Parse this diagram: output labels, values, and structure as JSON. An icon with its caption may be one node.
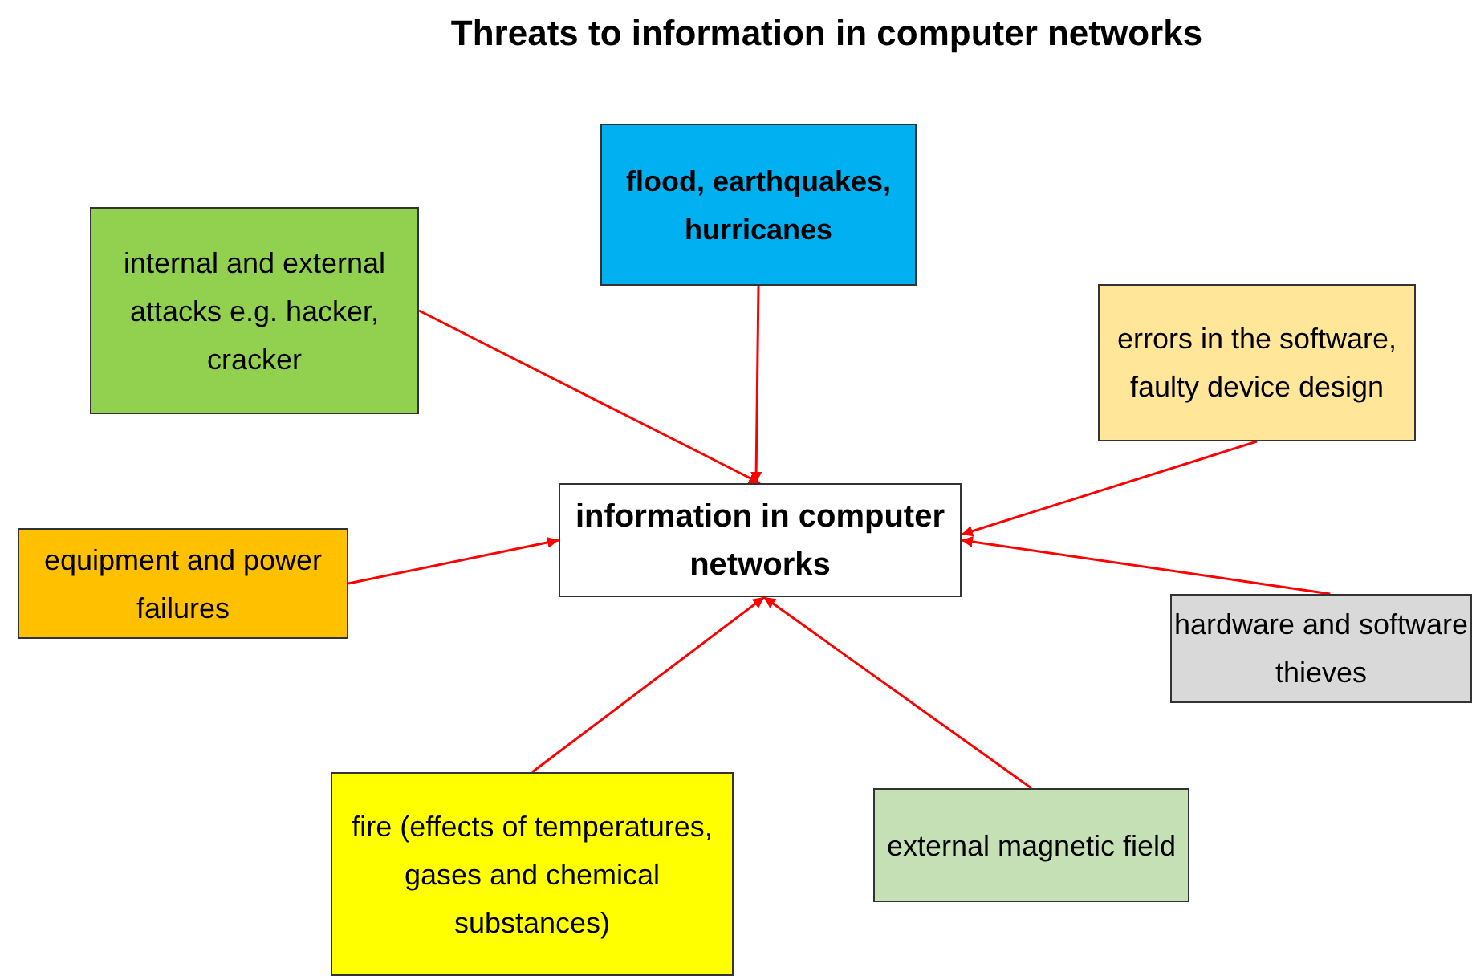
{
  "diagram": {
    "title": "Threats to information in computer networks",
    "nodes": [
      {
        "text": [
          "flood, earthquakes, hurricanes"
        ]
      },
      {
        "text": [
          "internal and external attacks e.g. hacker, cracker"
        ]
      },
      {
        "text": [
          "errors in the software, faulty device design"
        ]
      },
      {
        "text": [
          "information in computer networks"
        ]
      },
      {
        "text": [
          "equipment and power failures"
        ]
      },
      {
        "text": [
          "hardware and software thieves"
        ]
      },
      {
        "text": [
          "fire (effects of temperatures, gases and chemical substances)"
        ]
      },
      {
        "text": [
          "external magnetic field"
        ]
      }
    ],
    "edges": [
      {
        "from": 0,
        "to": 3,
        "arrow": "to"
      },
      {
        "from": 1,
        "to": 3,
        "arrow": "to"
      },
      {
        "from": 2,
        "to": 3,
        "arrow": "to"
      },
      {
        "from": 4,
        "to": 3,
        "arrow": "to"
      },
      {
        "from": 5,
        "to": 3,
        "arrow": "to"
      },
      {
        "from": 6,
        "to": 3,
        "arrow": "to"
      },
      {
        "from": 7,
        "to": 3,
        "arrow": "to"
      }
    ]
  }
}
